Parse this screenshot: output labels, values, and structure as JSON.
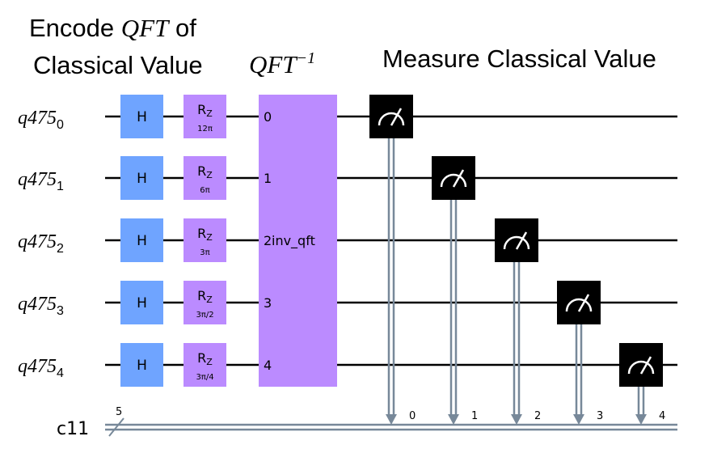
{
  "headers": {
    "encode_line1_prefix": "Encode ",
    "encode_line1_math": "QFT",
    "encode_line1_suffix": " of",
    "encode_line2": "Classical Value",
    "inverse_math": "QFT",
    "inverse_sup": "−1",
    "measure": "Measure Classical Value"
  },
  "qubits": [
    {
      "label": "q475",
      "index": "0",
      "h": "H",
      "rz": "R",
      "rz_sub": "Z",
      "rz_param": "12π",
      "qft_pin": "0"
    },
    {
      "label": "q475",
      "index": "1",
      "h": "H",
      "rz": "R",
      "rz_sub": "Z",
      "rz_param": "6π",
      "qft_pin": "1"
    },
    {
      "label": "q475",
      "index": "2",
      "h": "H",
      "rz": "R",
      "rz_sub": "Z",
      "rz_param": "3π",
      "qft_pin": "2"
    },
    {
      "label": "q475",
      "index": "3",
      "h": "H",
      "rz": "R",
      "rz_sub": "Z",
      "rz_param": "3π/2",
      "qft_pin": "3"
    },
    {
      "label": "q475",
      "index": "4",
      "h": "H",
      "rz": "R",
      "rz_sub": "Z",
      "rz_param": "3π/4",
      "qft_pin": "4"
    }
  ],
  "qft_gate_label": "inv_qft",
  "classical": {
    "label": "c11",
    "width": "5",
    "bits": [
      "0",
      "1",
      "2",
      "3",
      "4"
    ]
  },
  "colors": {
    "h_gate": "#6fa4ff",
    "rz_gate": "#bb8bff",
    "qft_gate": "#bb8bff",
    "measure_gate": "#000000",
    "classical_wire": "#778899"
  }
}
